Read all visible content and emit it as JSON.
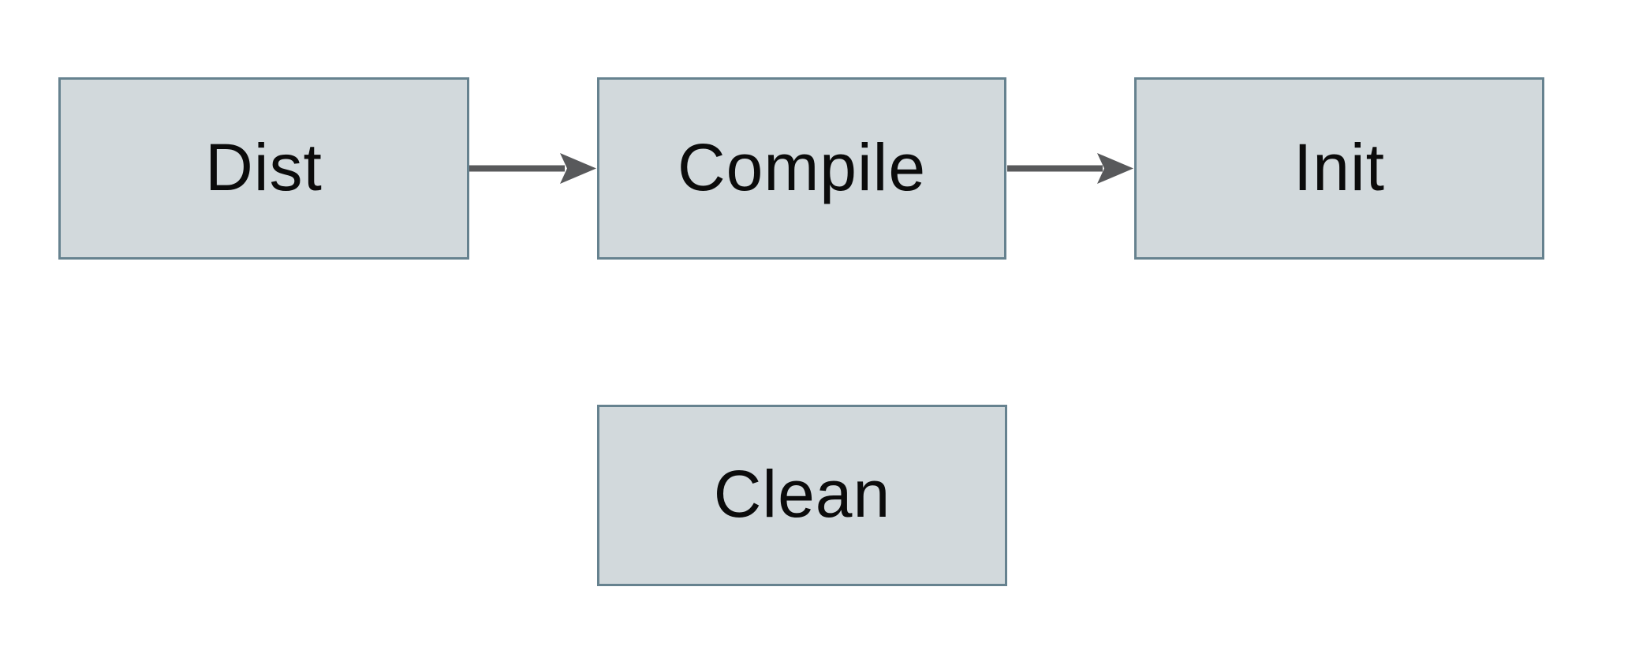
{
  "diagram": {
    "type": "flowchart",
    "nodes": [
      {
        "id": "dist",
        "label": "Dist"
      },
      {
        "id": "compile",
        "label": "Compile"
      },
      {
        "id": "init",
        "label": "Init"
      },
      {
        "id": "clean",
        "label": "Clean"
      }
    ],
    "edges": [
      {
        "from": "dist",
        "to": "compile",
        "direction": "right"
      },
      {
        "from": "compile",
        "to": "init",
        "direction": "right"
      }
    ],
    "colors": {
      "background": "#ffffff",
      "node_fill": "#d2d9dc",
      "node_border": "#66828f",
      "arrow": "#58595b",
      "text": "#0b0b0b"
    }
  }
}
